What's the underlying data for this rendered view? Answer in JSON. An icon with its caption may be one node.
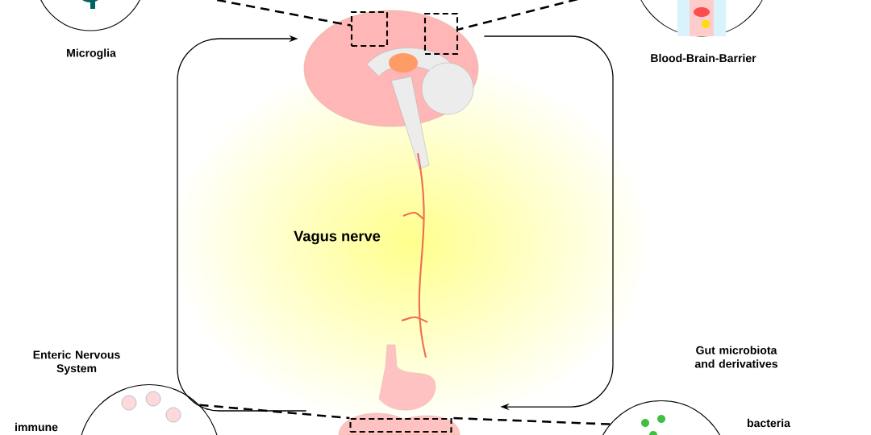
{
  "diagram": {
    "nodes": [
      {
        "text": [],
        "shape": "picture"
      },
      {
        "text": [],
        "shape": "picture"
      },
      {
        "text": [
          "Microglia"
        ]
      },
      {
        "text": [
          "Blood-Brain-Barrier"
        ]
      },
      {
        "text": [
          "Enteric Nervous System",
          "immune"
        ]
      },
      {
        "text": [
          "Gut microbiota and derivatives",
          "bacteria"
        ]
      },
      {
        "text": [],
        "shape": "box",
        "in": 0
      },
      {
        "text": [],
        "shape": "box",
        "in": 0
      },
      {
        "text": [],
        "shape": "box",
        "in": 1
      }
    ],
    "edges": [
      {
        "from": 1,
        "to": 0,
        "arrow": "to"
      },
      {
        "from": 0,
        "to": 1,
        "arrow": "to"
      },
      {
        "from": 2,
        "to": 6,
        "arrow": "none",
        "style": "dashed"
      },
      {
        "from": 3,
        "to": 7,
        "arrow": "none",
        "style": "dashed"
      },
      {
        "from": 4,
        "to": 8,
        "arrow": "none",
        "style": "dashed"
      },
      {
        "from": 5,
        "to": 8,
        "arrow": "none",
        "style": "dashed"
      },
      {
        "from": 0,
        "to": 1,
        "arrow": "none",
        "color": "#f26b50"
      }
    ],
    "labels": [
      "Vagus nerve"
    ]
  }
}
